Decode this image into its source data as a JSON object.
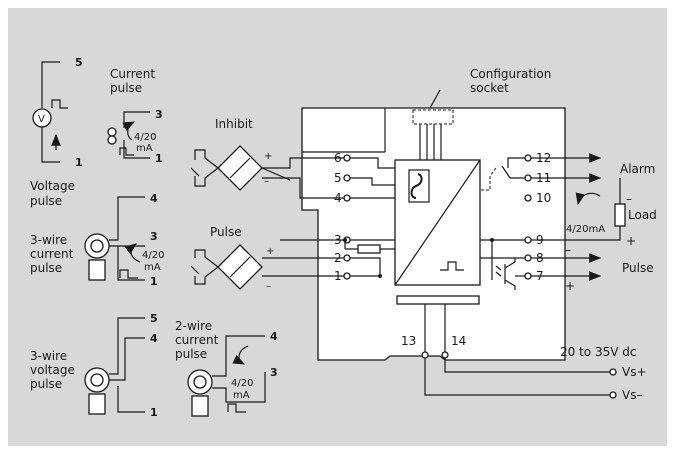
{
  "labels": {
    "config_line1": "Configuration",
    "config_line2": "socket",
    "inhibit": "Inhibit",
    "pulse_in": "Pulse",
    "alarm": "Alarm",
    "pulse_out": "Pulse",
    "load": "Load",
    "ma_out": "4/20mA",
    "supply": "20 to 35V dc",
    "vs_plus": "Vs+",
    "vs_minus": "Vs–",
    "current_pulse_l1": "Current",
    "current_pulse_l2": "pulse",
    "voltage_pulse_l1": "Voltage",
    "voltage_pulse_l2": "pulse",
    "three_wire_current_l1": "3-wire",
    "three_wire_current_l2": "current",
    "three_wire_current_l3": "pulse",
    "three_wire_voltage_l1": "3-wire",
    "three_wire_voltage_l2": "voltage",
    "three_wire_voltage_l3": "pulse",
    "two_wire_current_l1": "2-wire",
    "two_wire_current_l2": "current",
    "two_wire_current_l3": "pulse",
    "ma_a": "4/20",
    "ma_a_unit": "mA",
    "ma_b": "4/20",
    "ma_b_unit": "mA",
    "ma_c": "4/20",
    "ma_c_unit": "mA",
    "v_symbol": "V",
    "plus": "+",
    "minus": "–"
  },
  "terminals": {
    "t1": "1",
    "t2": "2",
    "t3": "3",
    "t4": "4",
    "t5": "5",
    "t6": "6",
    "t7": "7",
    "t8": "8",
    "t9": "9",
    "t10": "10",
    "t11": "11",
    "t12": "12",
    "t13": "13",
    "t14": "14"
  },
  "wiring_numbers": {
    "vp_top": "5",
    "vp_bot": "1",
    "cp_top": "3",
    "cp_bot": "1",
    "tw_c_4": "4",
    "tw_c_3": "3",
    "tw_c_1": "1",
    "tw_v_5": "5",
    "tw_v_4": "4",
    "tw_v_1": "1",
    "two_w_4": "4",
    "two_w_3": "3"
  },
  "colors": {
    "background": "#d8d8d8",
    "line": "#1a1a1a",
    "module_fill": "#ffffff"
  }
}
